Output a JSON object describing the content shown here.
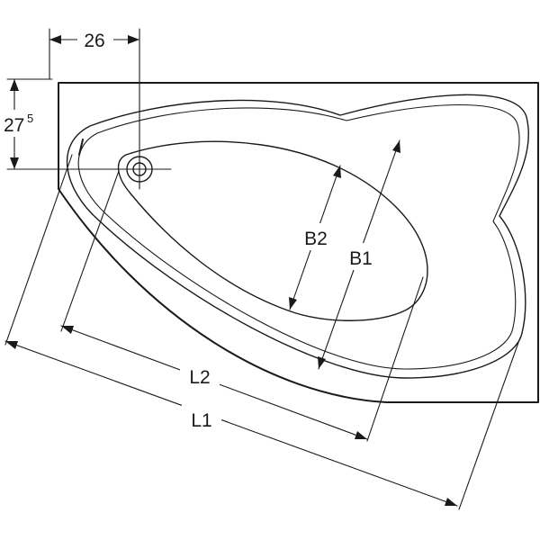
{
  "dimensions": {
    "top_offset": "26",
    "side_offset_main": "27",
    "side_offset_sup": "5",
    "width_inner": "B2",
    "width_outer": "B1",
    "length_inner": "L2",
    "length_outer": "L1"
  }
}
